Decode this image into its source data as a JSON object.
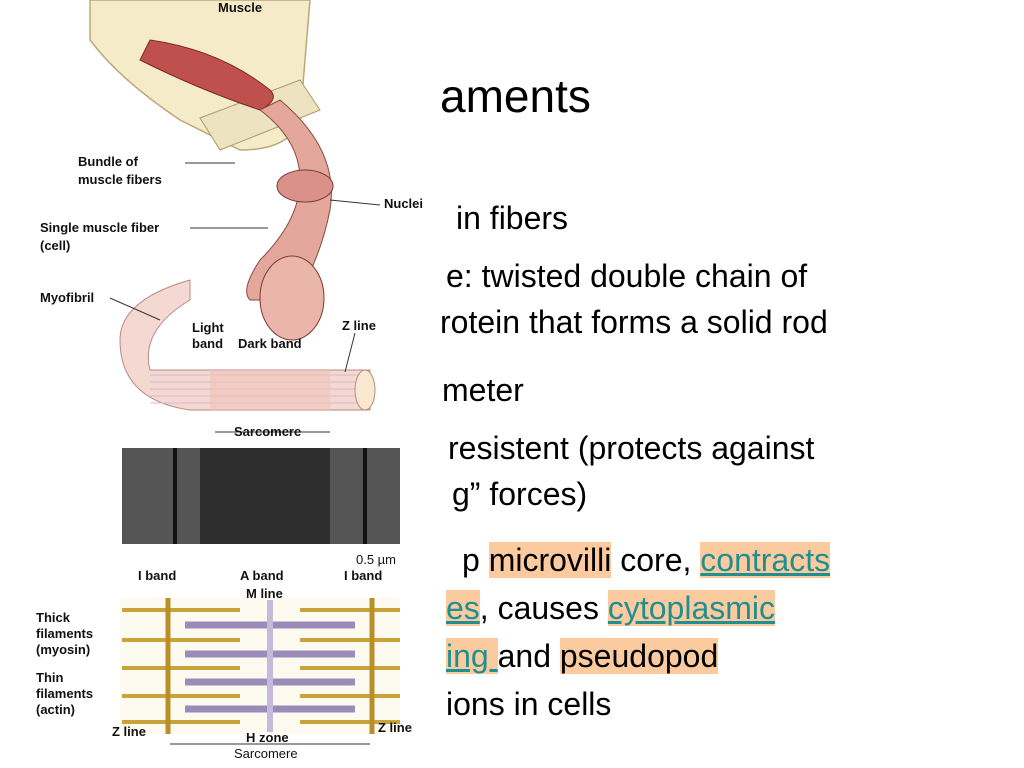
{
  "slide": {
    "title": "aments",
    "lines": [
      {
        "id": "l1",
        "text": "in fibers"
      },
      {
        "id": "l2",
        "text": "e: twisted double chain of"
      },
      {
        "id": "l3",
        "text": "rotein that forms a solid rod"
      },
      {
        "id": "l4",
        "text": "meter"
      },
      {
        "id": "l5",
        "text": "resistent (protects against"
      },
      {
        "id": "l6",
        "text": "g” forces)"
      }
    ],
    "p7": {
      "a": "p ",
      "b": "microvilli",
      "c": " core, ",
      "d": "contracts"
    },
    "p8": {
      "a": "es",
      "b": ", causes ",
      "c": "cytoplasmic"
    },
    "p9": {
      "a": "ing ",
      "b": "and ",
      "c": "pseudopod"
    },
    "p10": {
      "a": "ions in cells"
    }
  },
  "figure": {
    "labels": {
      "muscle": "Muscle",
      "bundle1": "Bundle of",
      "bundle2": "muscle fibers",
      "nuclei": "Nuclei",
      "single1": "Single muscle fiber",
      "single2": "(cell)",
      "myofibril": "Myofibril",
      "light1": "Light",
      "light2": "band",
      "dark": "Dark band",
      "zline": "Z line",
      "sarcomere": "Sarcomere",
      "scale": "0.5 µm",
      "iband1": "I band",
      "aband": "A band",
      "iband2": "I band",
      "mline": "M line",
      "thick1": "Thick",
      "thick2": "filaments",
      "thick3": "(myosin)",
      "thin1": "Thin",
      "thin2": "filaments",
      "thin3": "(actin)",
      "zline_bl": "Z line",
      "hzone": "H zone",
      "zline_br": "Z line",
      "sarcomere2": "Sarcomere"
    }
  },
  "colors": {
    "highlight": "#fbcb9f",
    "link": "#1f8f8f",
    "muscle": "#c0504d",
    "fiber": "#e9b9b0"
  }
}
